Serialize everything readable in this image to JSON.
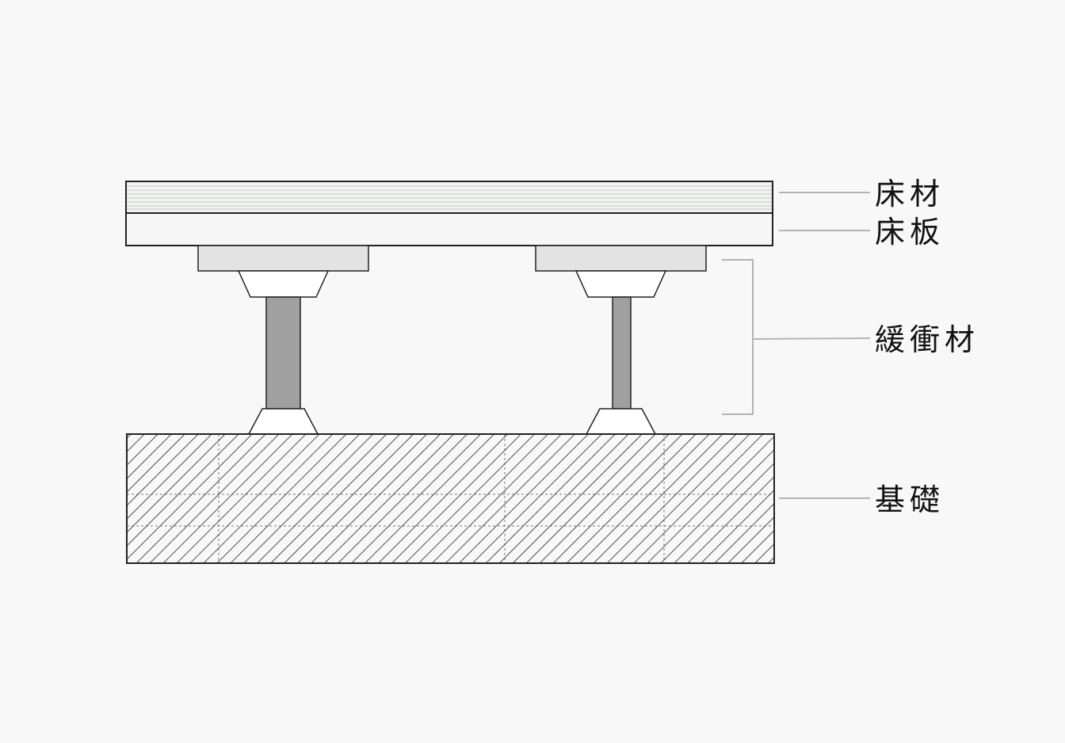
{
  "labels": {
    "flooring": "床材",
    "floorboard": "床板",
    "cushion": "緩衝材",
    "foundation": "基礎"
  },
  "colors": {
    "background": "#f8f8f8",
    "outline": "#222222",
    "flooring_fill": "#f1f3f1",
    "flooring_lines": "#c8c8c8",
    "floorboard_fill": "#f6f7f6",
    "pad_fill": "#e3e3e3",
    "bolt_fill": "#a0a0a0",
    "cup_fill": "#ffffff",
    "leader_line": "#b4b4b4",
    "hatch": "#222222"
  }
}
